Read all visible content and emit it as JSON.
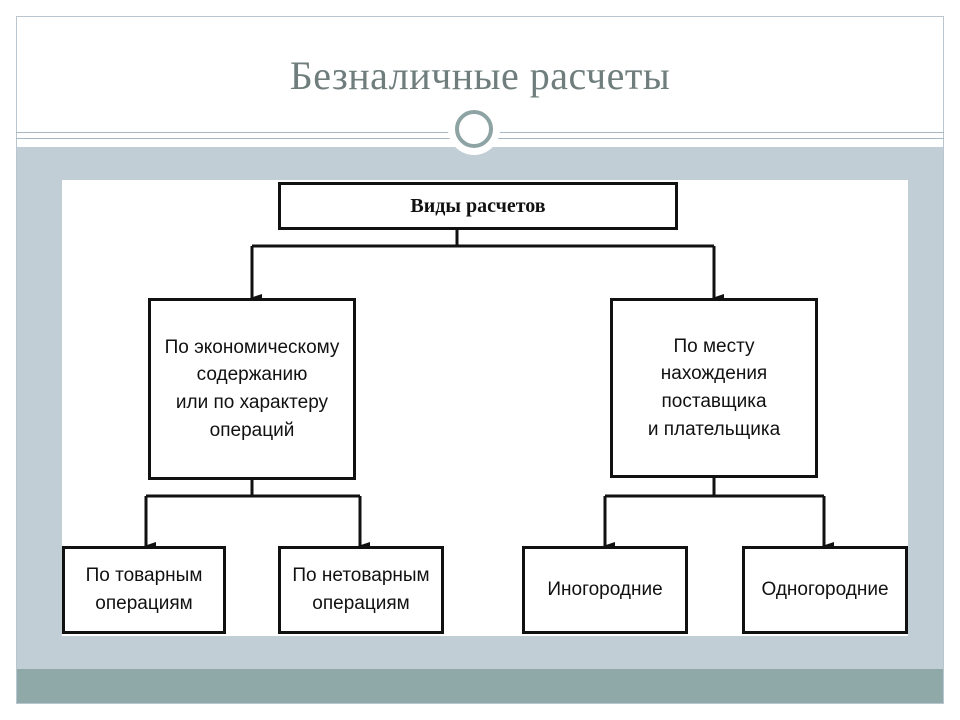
{
  "slide": {
    "title": "Безналичные расчеты"
  },
  "diagram": {
    "root": "Виды расчетов",
    "left": {
      "label": "По экономическому\nсодержанию\nили по характеру\nопераций",
      "children": [
        "По товарным\nоперациям",
        "По нетоварным\nоперациям"
      ]
    },
    "right": {
      "label": "По месту\nнахождения\nпоставщика\nи плательщика",
      "children": [
        "Иногородние",
        "Одногородние"
      ]
    }
  },
  "colors": {
    "title": "#6f7e7d",
    "band": "#c2ced5",
    "footer": "#8fa9a9",
    "ring": "#8ea3a3",
    "line": "#111111"
  },
  "icons": {
    "ornament": "circle-ring-icon"
  }
}
